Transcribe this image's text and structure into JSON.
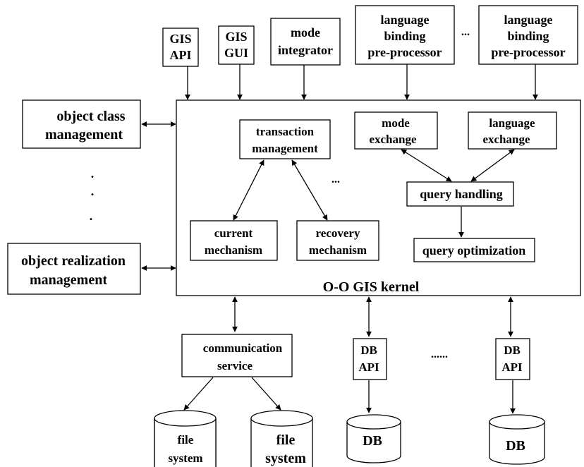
{
  "inputs": {
    "gis_api": [
      "GIS",
      "API"
    ],
    "gis_gui": [
      "GIS",
      "GUI"
    ],
    "mode_integrator": [
      "mode",
      "integrator"
    ],
    "lang_binding_1": [
      "language",
      "binding",
      "pre-processor"
    ],
    "ellipsis_top": "...",
    "lang_binding_2": [
      "language",
      "binding",
      "pre-processor"
    ]
  },
  "left": {
    "object_class": [
      "object class",
      "management"
    ],
    "vertical_dots": [
      ".",
      ".",
      "."
    ],
    "object_realization": [
      "object realization",
      "management"
    ]
  },
  "kernel": {
    "label": "O-O GIS kernel",
    "transaction": [
      "transaction",
      "management"
    ],
    "current": [
      "current",
      "mechanism"
    ],
    "recovery": [
      "recovery",
      "mechanism"
    ],
    "ellipsis": "...",
    "mode_exchange": [
      "mode",
      "exchange"
    ],
    "language_exchange": [
      "language",
      "exchange"
    ],
    "query_handling": "query handling",
    "query_optimization": "query optimization"
  },
  "bottom": {
    "communication": [
      "communication",
      "service"
    ],
    "db_api_1": [
      "DB",
      "API"
    ],
    "ellipsis": "......",
    "db_api_2": [
      "DB",
      "API"
    ],
    "file_system_1": [
      "file",
      "system"
    ],
    "file_system_2": [
      "file",
      "system"
    ],
    "db_1": "DB",
    "db_2": "DB"
  }
}
